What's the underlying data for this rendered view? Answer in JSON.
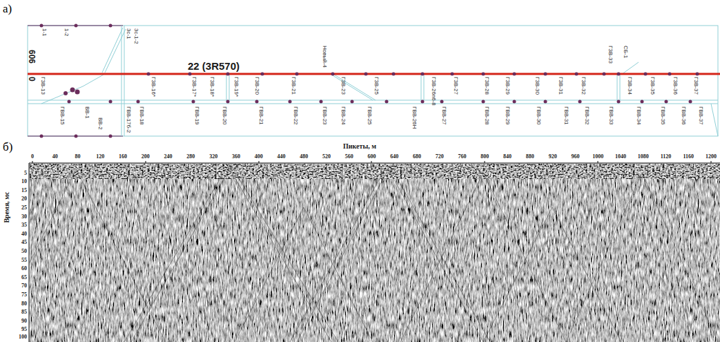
{
  "diagram": {
    "labels": [
      "а)",
      "б)",
      "22 (3R570)",
      "606",
      "0",
      "Пикеты, м",
      "Время, мс",
      "0",
      "40",
      "80",
      "120",
      "160",
      "200",
      "240",
      "280",
      "320",
      "360",
      "400",
      "440",
      "480",
      "520",
      "560",
      "600",
      "640",
      "680",
      "720",
      "760",
      "800",
      "840",
      "880",
      "920",
      "960",
      "1000",
      "1040",
      "1080",
      "1120",
      "1160",
      "1200",
      "5",
      "10",
      "15",
      "20",
      "25",
      "30",
      "35",
      "40",
      "45",
      "50",
      "55",
      "60",
      "65",
      "70",
      "75",
      "80",
      "85",
      "90",
      "95",
      "100",
      "ГЗВ-16*",
      "ГЗВ-17*",
      "ГЗВ-18*",
      "ГЗВ-19*",
      "ГЗВ-20",
      "ГЗВ-21",
      "ГЗВ-23",
      "ГЗВ-25",
      "ГЗВ-26п6-8",
      "ГЗВ-27",
      "ГЗВ-28",
      "ГЗВ-29",
      "ГЗВ-30",
      "ГЗВ-31",
      "ГЗВ-32",
      "ГЗВ-34",
      "ГЗВ-35",
      "ГЗВ-36",
      "ГЗВ-37",
      "ГВВ-18",
      "ГВВ-19",
      "ГВВ-20",
      "ГВВ-21",
      "ГВВ-22",
      "ГВВ-23",
      "ГВВ-24",
      "ГВВ-25",
      "ГВВ-26Н",
      "ГВВ-27",
      "ГВВ-28",
      "ГВВ-29",
      "ГВВ-30",
      "ГВВ-31",
      "ГВВ-32",
      "ГВВ-33",
      "ГВВ-34",
      "ГВВ-35",
      "ГВВ-36",
      "ГВВ-37",
      "1-1",
      "1-2",
      "3с-1",
      "3с-1-2",
      "ГЗВ-13",
      "ГВВ-15",
      "ВВ-1",
      "ВВ-2",
      "ГВВ-17б-2",
      "Новый-4",
      "ГЗВ-33",
      "СБ-1"
    ]
  }
}
